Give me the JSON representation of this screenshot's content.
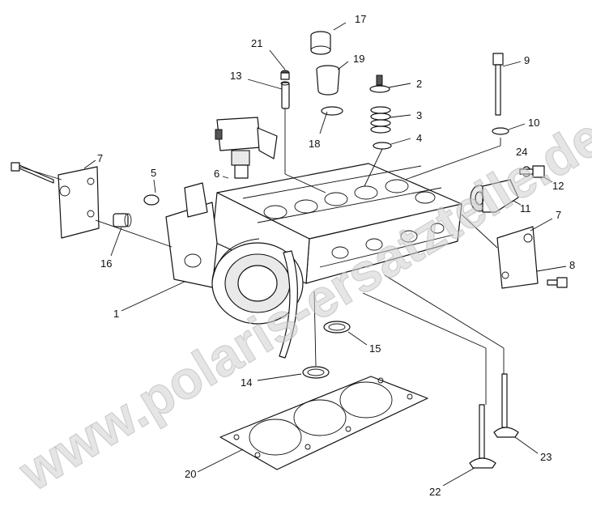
{
  "watermark": "www.polaris-ersatzteile.de",
  "callouts": [
    {
      "id": "1",
      "label": "1"
    },
    {
      "id": "2",
      "label": "2"
    },
    {
      "id": "3",
      "label": "3"
    },
    {
      "id": "4",
      "label": "4"
    },
    {
      "id": "5",
      "label": "5"
    },
    {
      "id": "6",
      "label": "6"
    },
    {
      "id": "7a",
      "label": "7"
    },
    {
      "id": "7b",
      "label": "7"
    },
    {
      "id": "8",
      "label": "8"
    },
    {
      "id": "9",
      "label": "9"
    },
    {
      "id": "10",
      "label": "10"
    },
    {
      "id": "11",
      "label": "11"
    },
    {
      "id": "12",
      "label": "12"
    },
    {
      "id": "13",
      "label": "13"
    },
    {
      "id": "14",
      "label": "14"
    },
    {
      "id": "15",
      "label": "15"
    },
    {
      "id": "16",
      "label": "16"
    },
    {
      "id": "17",
      "label": "17"
    },
    {
      "id": "18",
      "label": "18"
    },
    {
      "id": "19",
      "label": "19"
    },
    {
      "id": "20",
      "label": "20"
    },
    {
      "id": "21",
      "label": "21"
    },
    {
      "id": "22",
      "label": "22"
    },
    {
      "id": "23",
      "label": "23"
    },
    {
      "id": "24",
      "label": "24"
    }
  ]
}
